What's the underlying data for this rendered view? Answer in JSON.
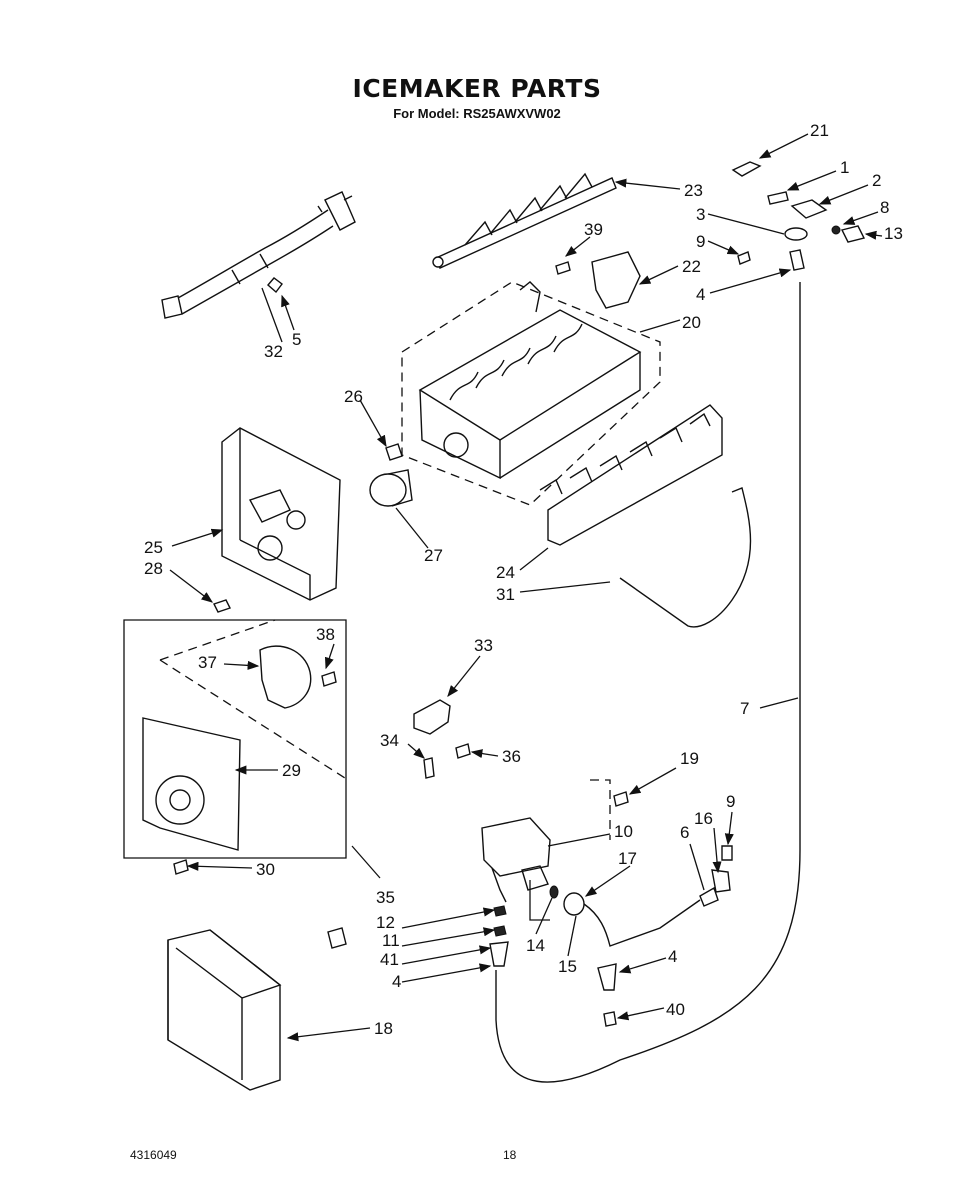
{
  "page": {
    "title": "ICEMAKER PARTS",
    "subtitle": "For Model: RS25AWXVW02",
    "doc_number": "4316049",
    "page_number": "18"
  },
  "labels": {
    "p1": "1",
    "p2": "2",
    "p3": "3",
    "p4a": "4",
    "p4b": "4",
    "p4c": "4",
    "p5": "5",
    "p6": "6",
    "p7": "7",
    "p8": "8",
    "p9a": "9",
    "p9b": "9",
    "p10": "10",
    "p11": "11",
    "p12": "12",
    "p13": "13",
    "p14": "14",
    "p15": "15",
    "p16": "16",
    "p17": "17",
    "p18": "18",
    "p19": "19",
    "p20": "20",
    "p21": "21",
    "p22": "22",
    "p23": "23",
    "p24": "24",
    "p25": "25",
    "p26": "26",
    "p27": "27",
    "p28": "28",
    "p29": "29",
    "p30": "30",
    "p31": "31",
    "p32": "32",
    "p33": "33",
    "p34": "34",
    "p35": "35",
    "p36": "36",
    "p37": "37",
    "p38": "38",
    "p39": "39",
    "p40": "40",
    "p41": "41"
  }
}
